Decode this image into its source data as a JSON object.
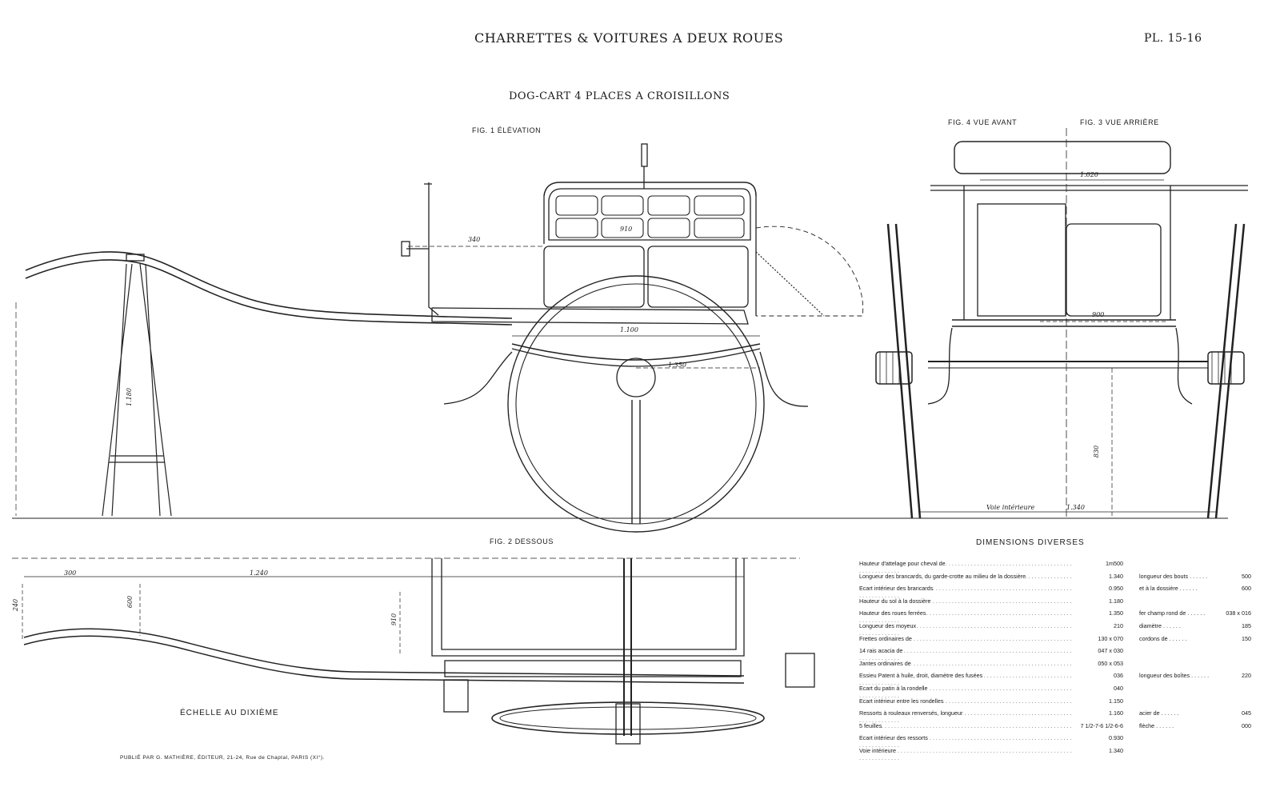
{
  "header": {
    "title": "CHARRETTES & VOITURES A DEUX ROUES",
    "plate": "PL. 15-16",
    "subtitle": "DOG-CART 4 PLACES A CROISILLONS"
  },
  "figures": {
    "fig1": "FIG. 1   ÉLÉVATION",
    "fig2": "FIG. 2   DESSOUS",
    "fig3": "FIG. 3   VUE ARRIÈRE",
    "fig4": "FIG. 4   VUE AVANT"
  },
  "dimension_labels": {
    "d340": "340",
    "d910": "910",
    "d1100": "1.100",
    "d1350": "1.350",
    "d1180": "1.180",
    "d1020": "1.020",
    "d900": "900",
    "d830": "830",
    "voie": "Voie  intérieure",
    "d1340": "1.340",
    "d300": "300",
    "d1240": "1.240",
    "d600": "600",
    "d240": "240",
    "d910b": "910"
  },
  "scale_note": "ÉCHELLE AU DIXIÈME",
  "publisher": "PUBLIÉ PAR G. MATHIÈRE, ÉDITEUR, 21-24, Rue de Chaptal, PARIS (XI°).",
  "dimensions_table": {
    "title": "DIMENSIONS DIVERSES",
    "rows": [
      {
        "label": "Hauteur d'attelage pour cheval de",
        "value": "1m500",
        "label2": "",
        "value2": ""
      },
      {
        "label": "Longueur des brancards, du garde-crotte au milieu de la dossière",
        "value": "1.340",
        "label2": "longueur des bouts",
        "value2": "500"
      },
      {
        "label": "Ecart intérieur des brancards",
        "value": "0.950",
        "label2": "et à la dossière",
        "value2": "600"
      },
      {
        "label": "Hauteur du sol à la dossière",
        "value": "1.180",
        "label2": "",
        "value2": ""
      },
      {
        "label": "Hauteur des roues ferrées",
        "value": "1.350",
        "label2": "fer champ rond de",
        "value2": "038 x 016"
      },
      {
        "label": "Longueur des moyeux",
        "value": "210",
        "label2": "diamètre",
        "value2": "185"
      },
      {
        "label": "Frettes ordinaires de",
        "value": "130 x 070",
        "label2": "cordons de",
        "value2": "150"
      },
      {
        "label": "14 rais acacia de",
        "value": "047 x 030",
        "label2": "",
        "value2": ""
      },
      {
        "label": "Jantes ordinaires de",
        "value": "050 x 053",
        "label2": "",
        "value2": ""
      },
      {
        "label": "Essieu Patent à huile, droit, diamètre des fusées",
        "value": "036",
        "label2": "longueur des boîtes",
        "value2": "220"
      },
      {
        "label": "Ecart du patin à la rondelle",
        "value": "040",
        "label2": "",
        "value2": ""
      },
      {
        "label": "Ecart intérieur entre les rondelles",
        "value": "1.150",
        "label2": "",
        "value2": ""
      },
      {
        "label": "Ressorts à rouleaux renversés, longueur",
        "value": "1.160",
        "label2": "acier de",
        "value2": "045"
      },
      {
        "label": "5 feuilles",
        "value": "7 1/2-7-6 1/2-6-6",
        "label2": "flèche",
        "value2": "000"
      },
      {
        "label": "Ecart intérieur des ressorts",
        "value": "0.930",
        "label2": "",
        "value2": ""
      },
      {
        "label": "Voie intérieure",
        "value": "1.340",
        "label2": "",
        "value2": ""
      }
    ]
  }
}
